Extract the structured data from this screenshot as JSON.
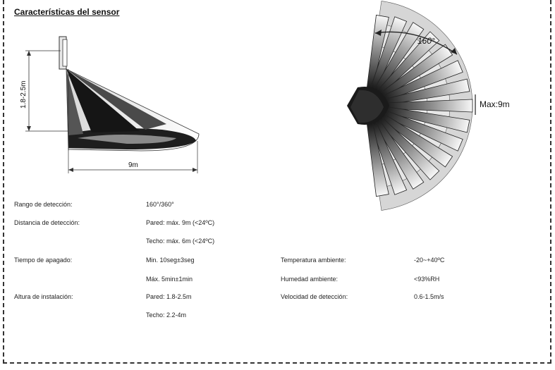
{
  "title": "Características del sensor",
  "diagram_side": {
    "height_label": "1.8-2.5m",
    "distance_label": "9m"
  },
  "diagram_top": {
    "angle_label": "160°",
    "range_label": "Max:9m"
  },
  "specs": [
    {
      "label": "Rango de detección:",
      "values": [
        "160°/360°"
      ]
    },
    {
      "label": "Distancia de detección:",
      "values": [
        "Pared: máx. 9m (<24ºC)",
        "Techo: máx. 6m (<24ºC)"
      ]
    },
    {
      "label": "Tiempo de apagado:",
      "values": [
        "Min. 10seg±3seg",
        "Máx. 5min±1min"
      ]
    },
    {
      "label": "Altura de instalación:",
      "values": [
        "Pared: 1.8-2.5m",
        "Techo: 2.2-4m"
      ]
    }
  ],
  "specs_right": [
    {
      "label": "Temperatura ambiente:",
      "value": "-20~+40ºC"
    },
    {
      "label": "Humedad ambiente:",
      "value": "<93%RH"
    },
    {
      "label": "Velocidad de detección:",
      "value": "0.6-1.5m/s"
    }
  ]
}
